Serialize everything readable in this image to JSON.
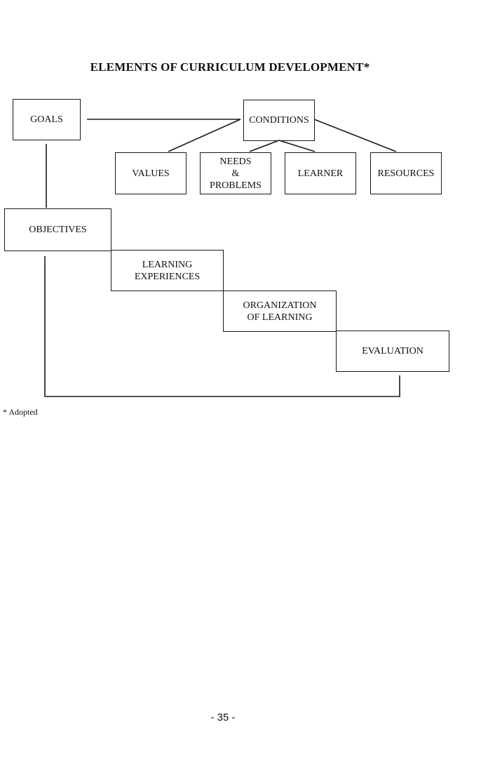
{
  "title": "ELEMENTS OF CURRICULUM DEVELOPMENT*",
  "nodes": {
    "goals": "GOALS",
    "conditions": "CONDITIONS",
    "values": "VALUES",
    "needs_problems": [
      "NEEDS",
      "&",
      "PROBLEMS"
    ],
    "learner": "LEARNER",
    "resources": "RESOURCES",
    "objectives": "OBJECTIVES",
    "learning_experiences": [
      "LEARNING",
      "EXPERIENCES"
    ],
    "organization_of_learning": [
      "ORGANIZATION",
      "OF LEARNING"
    ],
    "evaluation": "EVALUATION"
  },
  "footnote": "* Adopted",
  "page_number": "- 35 -"
}
